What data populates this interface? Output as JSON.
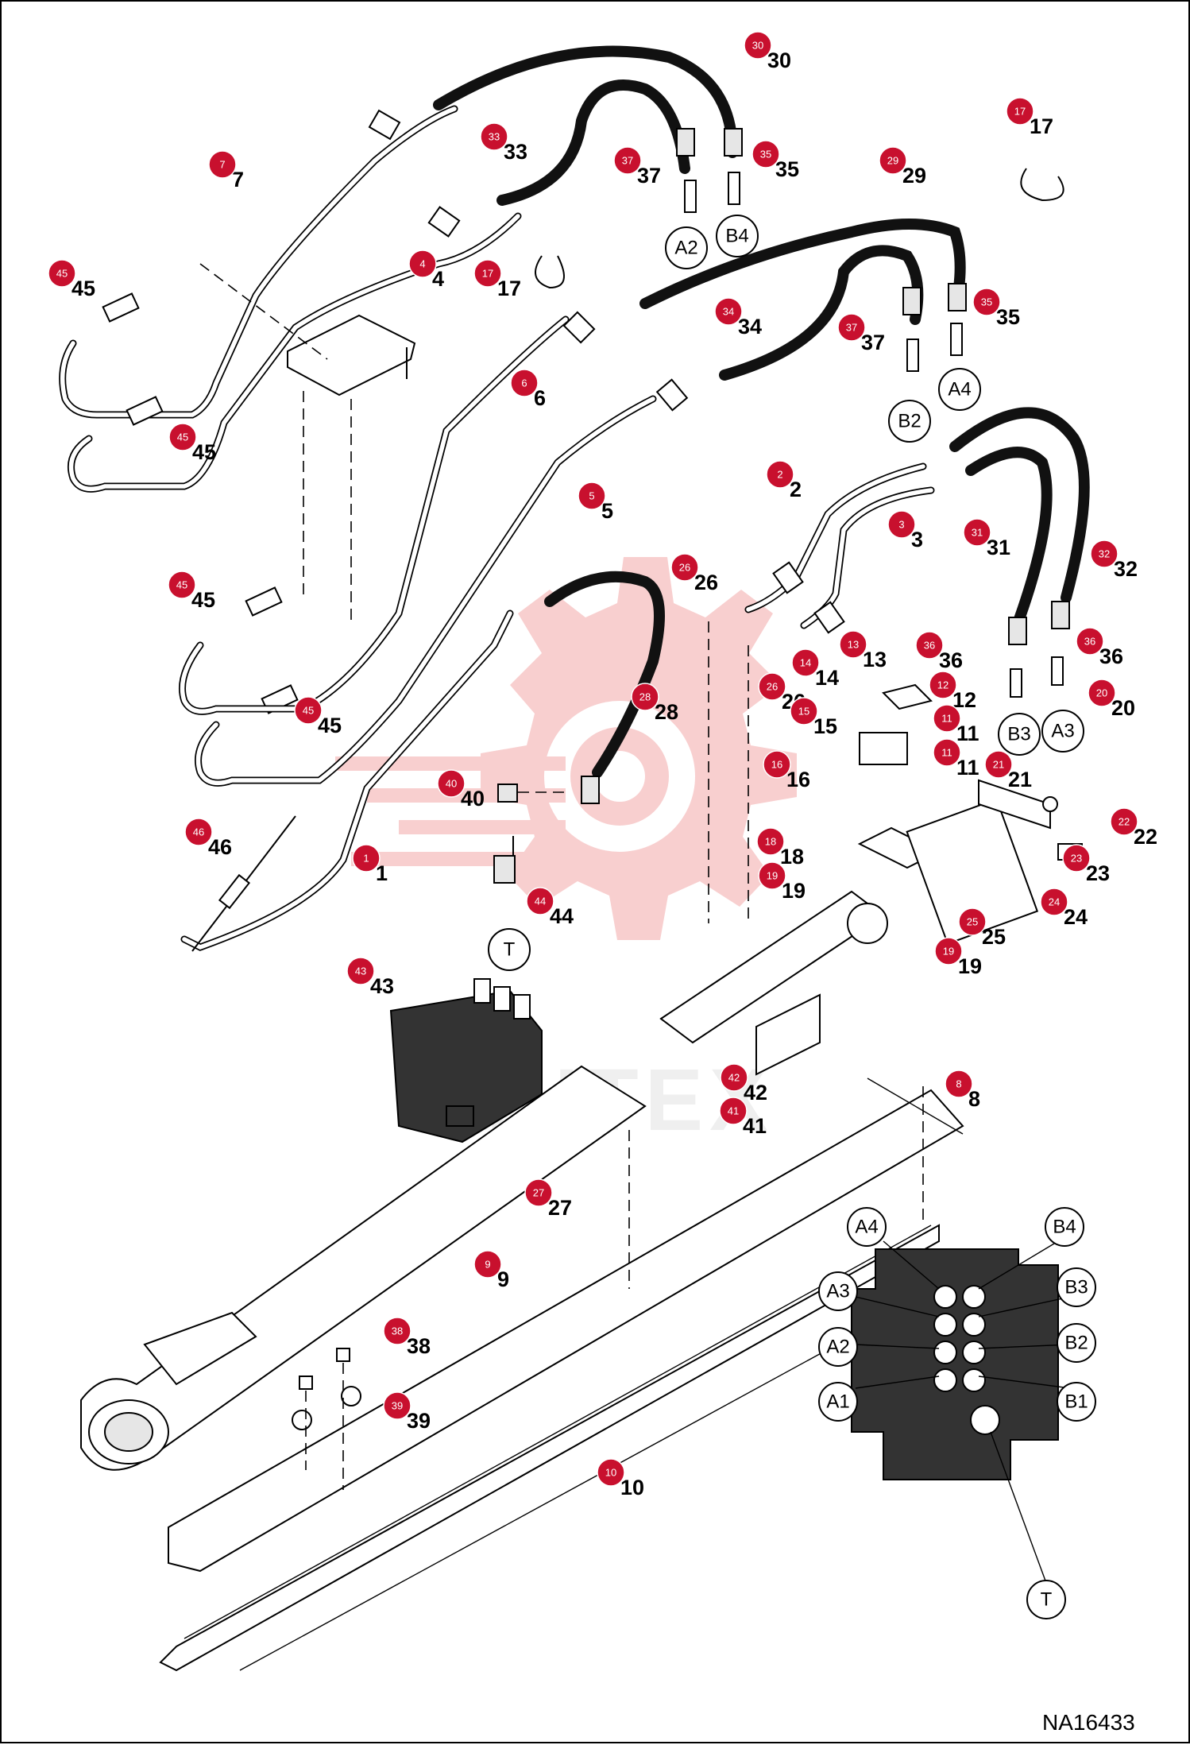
{
  "diagram_id": "NA16433",
  "watermark_text": "ИНТЕХ",
  "accent_color": "#c8102e",
  "callouts": [
    {
      "n": "30"
    },
    {
      "n": "33"
    },
    {
      "n": "37"
    },
    {
      "n": "35"
    },
    {
      "n": "17"
    },
    {
      "n": "7"
    },
    {
      "n": "29"
    },
    {
      "n": "4"
    },
    {
      "n": "17"
    },
    {
      "n": "45"
    },
    {
      "n": "34"
    },
    {
      "n": "37"
    },
    {
      "n": "35"
    },
    {
      "n": "6"
    },
    {
      "n": "45"
    },
    {
      "n": "5"
    },
    {
      "n": "2"
    },
    {
      "n": "3"
    },
    {
      "n": "31"
    },
    {
      "n": "32"
    },
    {
      "n": "26"
    },
    {
      "n": "45"
    },
    {
      "n": "13"
    },
    {
      "n": "36"
    },
    {
      "n": "36"
    },
    {
      "n": "26"
    },
    {
      "n": "14"
    },
    {
      "n": "12"
    },
    {
      "n": "20"
    },
    {
      "n": "28"
    },
    {
      "n": "45"
    },
    {
      "n": "15"
    },
    {
      "n": "11"
    },
    {
      "n": "11"
    },
    {
      "n": "16"
    },
    {
      "n": "21"
    },
    {
      "n": "40"
    },
    {
      "n": "22"
    },
    {
      "n": "46"
    },
    {
      "n": "18"
    },
    {
      "n": "1"
    },
    {
      "n": "19"
    },
    {
      "n": "23"
    },
    {
      "n": "44"
    },
    {
      "n": "24"
    },
    {
      "n": "25"
    },
    {
      "n": "19"
    },
    {
      "n": "43"
    },
    {
      "n": "42"
    },
    {
      "n": "8"
    },
    {
      "n": "41"
    },
    {
      "n": "27"
    },
    {
      "n": "9"
    },
    {
      "n": "38"
    },
    {
      "n": "39"
    },
    {
      "n": "10"
    }
  ],
  "ports": [
    {
      "label": "A2"
    },
    {
      "label": "B4"
    },
    {
      "label": "A4"
    },
    {
      "label": "B2"
    },
    {
      "label": "B3"
    },
    {
      "label": "A3"
    },
    {
      "label": "T"
    }
  ],
  "valve_inset": {
    "labels": [
      {
        "label": "A4"
      },
      {
        "label": "B4"
      },
      {
        "label": "A3"
      },
      {
        "label": "B3"
      },
      {
        "label": "A2"
      },
      {
        "label": "B2"
      },
      {
        "label": "A1"
      },
      {
        "label": "B1"
      },
      {
        "label": "T"
      }
    ]
  }
}
